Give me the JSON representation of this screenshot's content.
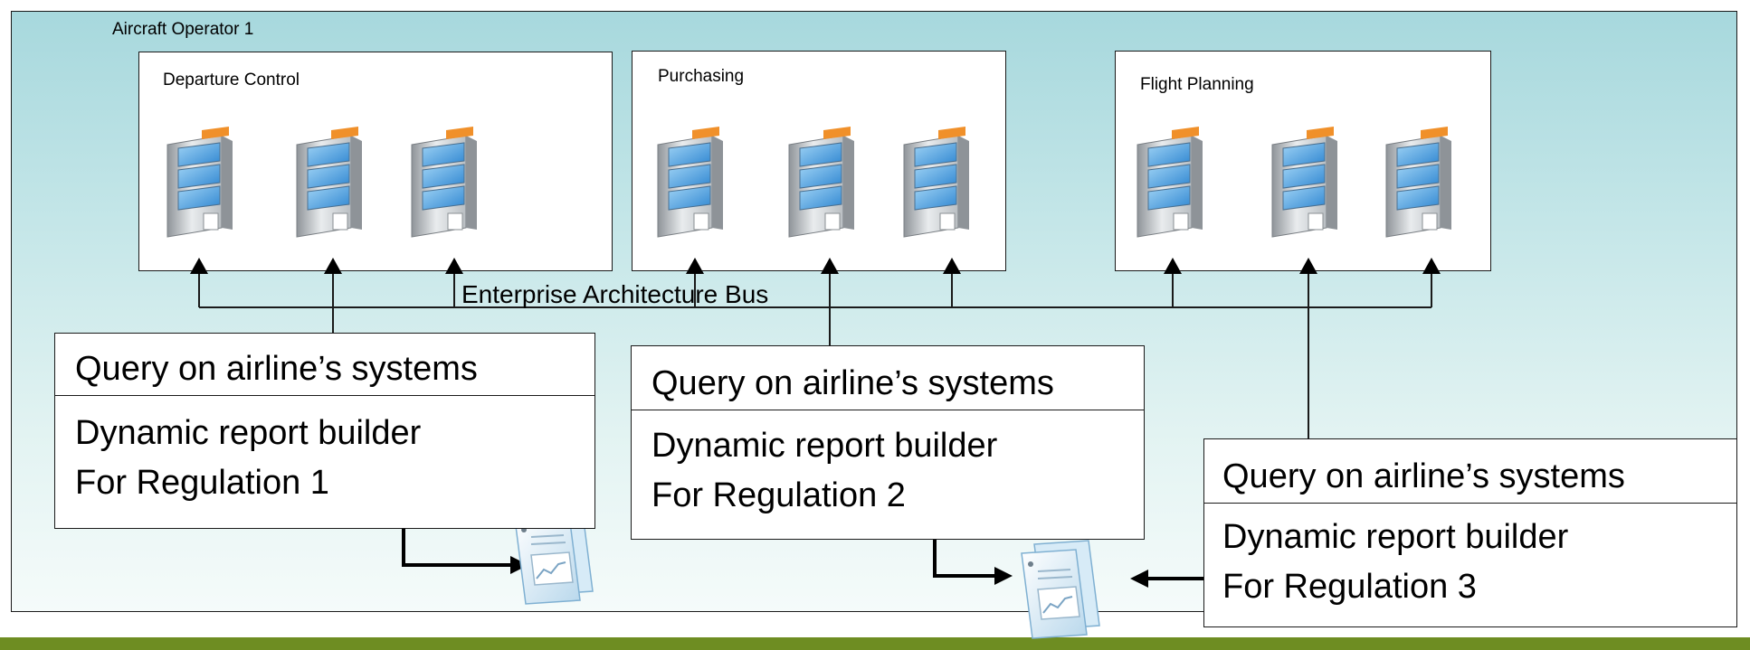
{
  "operator": {
    "label": "Aircraft Operator 1"
  },
  "departments": [
    {
      "label": "Departure Control"
    },
    {
      "label": "Purchasing"
    },
    {
      "label": "Flight Planning"
    }
  ],
  "bus": {
    "label": "Enterprise Architecture Bus"
  },
  "report_builders": [
    {
      "query": "Query on airline’s systems",
      "line1": "Dynamic report builder",
      "line2": "For Regulation 1"
    },
    {
      "query": "Query on airline’s systems",
      "line1": "Dynamic report builder",
      "line2": "For Regulation 2"
    },
    {
      "query": "Query on airline’s systems",
      "line1": "Dynamic report builder",
      "line2": "For Regulation 3"
    }
  ],
  "icons": {
    "server": "server-icon",
    "report": "report-document-icon"
  },
  "colors": {
    "footer": "#6e8d22",
    "background_top": "#a7d8dd",
    "server_screen": "#4ba3e0",
    "server_tab": "#f0902a"
  }
}
